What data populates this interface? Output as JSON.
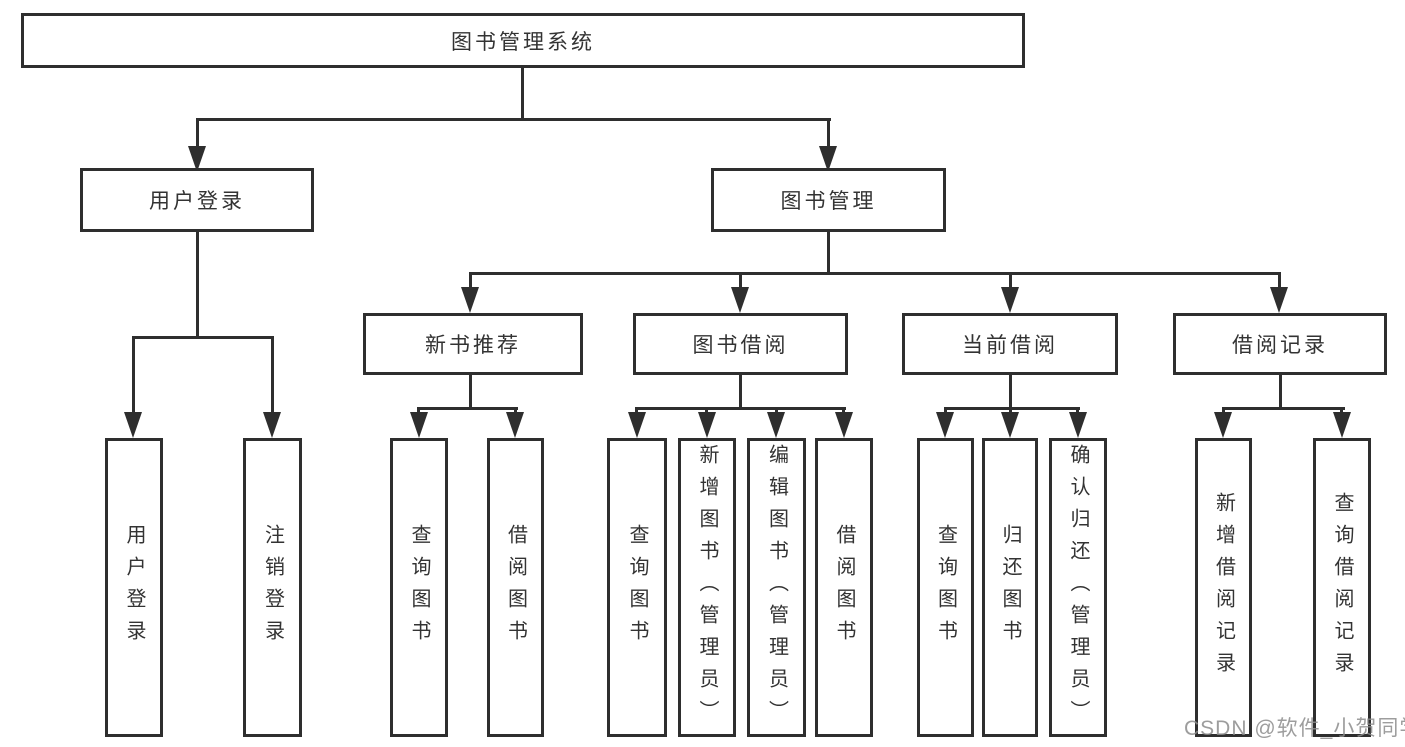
{
  "diagram": {
    "root": {
      "label": "图书管理系统"
    },
    "level2": [
      {
        "label": "用户登录"
      },
      {
        "label": "图书管理"
      }
    ],
    "level3": [
      {
        "label": "新书推荐",
        "parent": "图书管理"
      },
      {
        "label": "图书借阅",
        "parent": "图书管理"
      },
      {
        "label": "当前借阅",
        "parent": "图书管理"
      },
      {
        "label": "借阅记录",
        "parent": "图书管理"
      }
    ],
    "leaves": [
      {
        "label": "用户登录",
        "parent": "用户登录"
      },
      {
        "label": "注销登录",
        "parent": "用户登录"
      },
      {
        "label": "查询图书",
        "parent": "新书推荐"
      },
      {
        "label": "借阅图书",
        "parent": "新书推荐"
      },
      {
        "label": "查询图书",
        "parent": "图书借阅"
      },
      {
        "label": "新增图书（管理员）",
        "parent": "图书借阅"
      },
      {
        "label": "编辑图书（管理员）",
        "parent": "图书借阅"
      },
      {
        "label": "借阅图书",
        "parent": "图书借阅"
      },
      {
        "label": "查询图书",
        "parent": "当前借阅"
      },
      {
        "label": "归还图书",
        "parent": "当前借阅"
      },
      {
        "label": "确认归还（管理员）",
        "parent": "当前借阅"
      },
      {
        "label": "新增借阅记录",
        "parent": "借阅记录"
      },
      {
        "label": "查询借阅记录",
        "parent": "借阅记录"
      }
    ],
    "colors": {
      "line": "#2e2e2e",
      "text": "#333333",
      "background": "#ffffff",
      "watermark": "#8c8c8c"
    }
  },
  "watermark": {
    "text": "CSDN @软件_小贺同学"
  }
}
